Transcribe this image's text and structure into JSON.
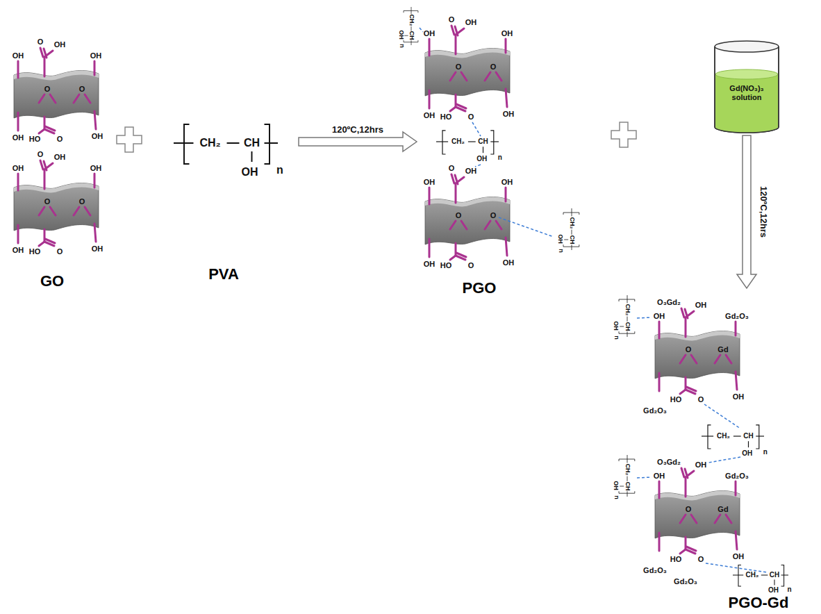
{
  "diagram": {
    "nodes": [
      {
        "text": [
          "GO"
        ]
      },
      {
        "text": [
          "PVA"
        ]
      },
      {
        "text": [
          "PGO"
        ]
      },
      {
        "text": [
          "Gd(NO₃)₃ solution"
        ]
      },
      {
        "text": [
          "PGO-Gd"
        ]
      }
    ],
    "edges": [
      {
        "from": 1,
        "to": 2,
        "arrow": "to",
        "label": "120ºC,12hrs"
      },
      {
        "from": 3,
        "to": 4,
        "arrow": "to",
        "label": "120ºC,12hrs"
      }
    ],
    "labels": [
      "OH",
      "O",
      "OH",
      "OH",
      "O",
      "O",
      "OH",
      "HO",
      "O",
      "OH",
      "OH",
      "O",
      "OH",
      "OH",
      "O",
      "O",
      "OH",
      "HO",
      "O",
      "OH",
      "CH₂",
      "CH",
      "OH",
      "n",
      "OH",
      "O",
      "OH",
      "OH",
      "O",
      "O",
      "OH",
      "HO",
      "O",
      "OH",
      "CH₂",
      "CH",
      "OH",
      "n",
      "CH₂",
      "CH",
      "OH",
      "n",
      "OH",
      "O",
      "OH",
      "OH",
      "O",
      "O",
      "OH",
      "HO",
      "O",
      "OH",
      "CH₂",
      "CH",
      "OH",
      "n",
      "OH",
      "O₃Gd₂",
      "OH",
      "Gd₂O₃",
      "O",
      "Gd",
      "Gd₂O₃",
      "HO",
      "O",
      "OH",
      "CH₂",
      "CH",
      "OH",
      "n",
      "CH₂",
      "CH",
      "OH",
      "n",
      "OH",
      "O₃Gd₂",
      "OH",
      "Gd₂O₃",
      "O",
      "Gd",
      "Gd₂O₃",
      "Gd₂O₃",
      "HO",
      "O",
      "OH",
      "CH₂",
      "CH",
      "OH",
      "n",
      "CH₂",
      "CH",
      "OH",
      "n"
    ]
  }
}
